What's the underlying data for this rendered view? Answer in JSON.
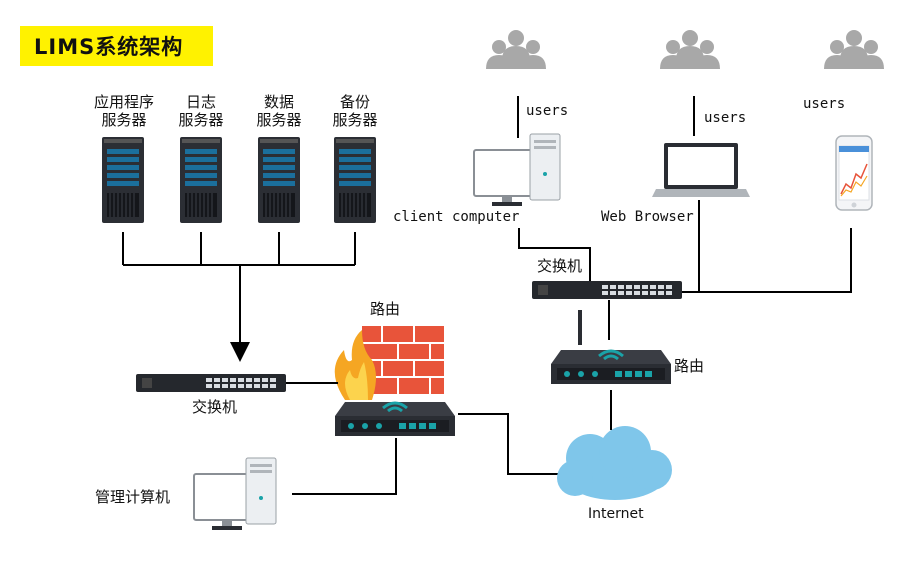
{
  "title": "LIMS系统架构",
  "servers": [
    {
      "line1": "应用程序",
      "line2": "服务器"
    },
    {
      "line1": "日志",
      "line2": "服务器"
    },
    {
      "line1": "数据",
      "line2": "服务器"
    },
    {
      "line1": "备份",
      "line2": "服务器"
    }
  ],
  "labels": {
    "users_1": "users",
    "users_2": "users",
    "users_3": "users",
    "client_computer": "client computer",
    "web_browser": "Web Browser",
    "switch_top": "交换机",
    "switch_left": "交换机",
    "router_firewall": "路由",
    "router_right": "路由",
    "admin_computer": "管理计算机",
    "internet": "Internet"
  },
  "colors": {
    "title_bg": "#fff200",
    "cloud": "#7fc6ea",
    "firewall_brick": "#e8543a",
    "flame": "#f5a623",
    "device_dark": "#2a2d33",
    "teal_accent": "#1aa3a8",
    "user_icon": "#a8a8a8"
  }
}
